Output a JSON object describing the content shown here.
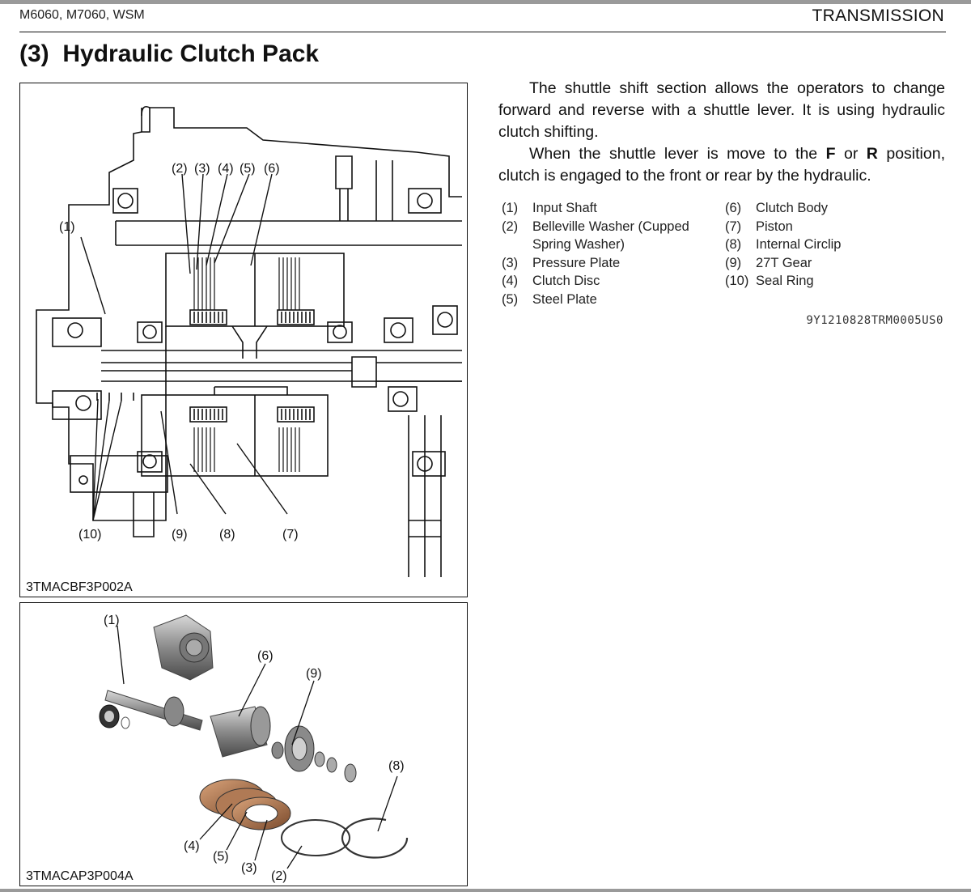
{
  "header": {
    "model": "M6060, M7060, WSM",
    "section": "TRANSMISSION"
  },
  "title": {
    "number": "(3)",
    "text": "Hydraulic Clutch Pack"
  },
  "intro": {
    "p1": "The shuttle shift section allows the operators to change forward and reverse with a shuttle lever. It is using hydraulic clutch shifting.",
    "p2_a": "When the shuttle lever is move to the ",
    "p2_f": "F",
    "p2_or": " or ",
    "p2_r": "R",
    "p2_b": " position, clutch is engaged to the front or rear by the hydraulic."
  },
  "parts_left": [
    {
      "num": "(1)",
      "name": "Input Shaft"
    },
    {
      "num": "(2)",
      "name": "Belleville Washer (Cupped Spring Washer)"
    },
    {
      "num": "(3)",
      "name": "Pressure Plate"
    },
    {
      "num": "(4)",
      "name": "Clutch Disc"
    },
    {
      "num": "(5)",
      "name": "Steel Plate"
    }
  ],
  "parts_right": [
    {
      "num": "(6)",
      "name": "Clutch Body"
    },
    {
      "num": "(7)",
      "name": "Piston"
    },
    {
      "num": "(8)",
      "name": "Internal Circlip"
    },
    {
      "num": "(9)",
      "name": "27T Gear"
    },
    {
      "num": "(10)",
      "name": "Seal Ring"
    }
  ],
  "doc_code": "9Y1210828TRM0005US0",
  "figure1": {
    "code": "3TMACBF3P002A",
    "callouts": {
      "c1": "(1)",
      "c2": "(2)",
      "c3": "(3)",
      "c4": "(4)",
      "c5": "(5)",
      "c6": "(6)",
      "c7": "(7)",
      "c8": "(8)",
      "c9": "(9)",
      "c10": "(10)"
    }
  },
  "figure2": {
    "code": "3TMACAP3P004A",
    "callouts": {
      "c1": "(1)",
      "c2": "(2)",
      "c3": "(3)",
      "c4": "(4)",
      "c5": "(5)",
      "c6": "(6)",
      "c8": "(8)",
      "c9": "(9)"
    }
  }
}
